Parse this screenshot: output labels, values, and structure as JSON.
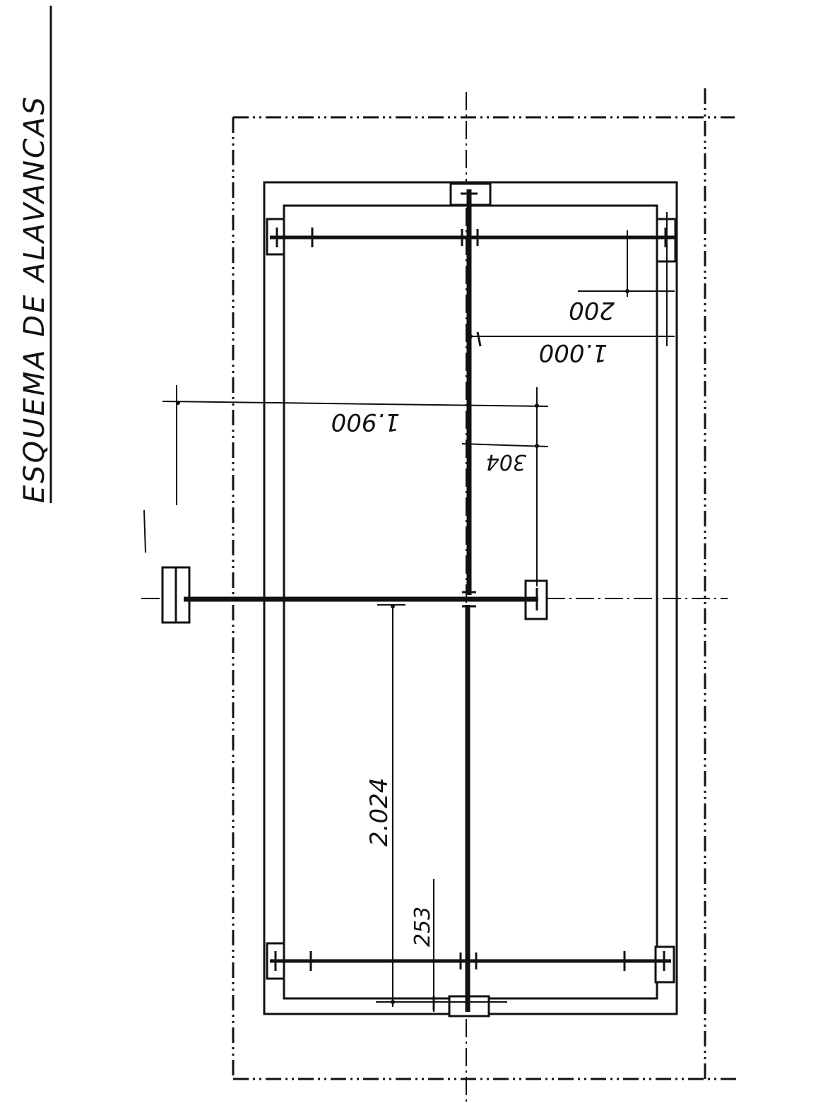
{
  "title": "ESQUEMA DE ALAVANCAS",
  "dimensions": {
    "d_200": "200",
    "d_1000": "1.000",
    "d_1900": "1.900",
    "d_304": "304",
    "d_2024": "2.024",
    "d_253": "253"
  }
}
